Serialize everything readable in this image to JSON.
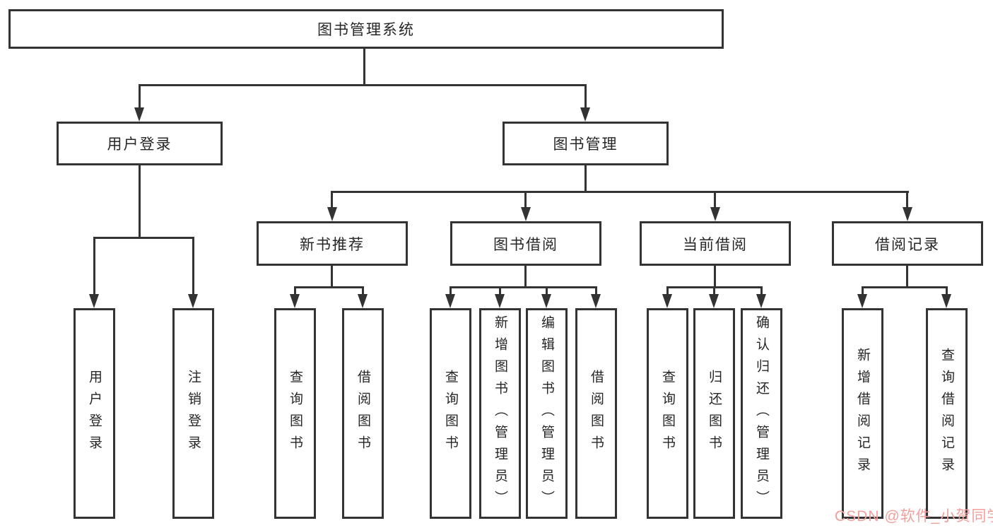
{
  "diagram": {
    "root": {
      "label": "图书管理系统"
    },
    "branches": [
      {
        "label": "用户登录",
        "children": [
          {
            "label": "用户登录"
          },
          {
            "label": "注销登录"
          }
        ]
      },
      {
        "label": "图书管理",
        "children": [
          {
            "label": "新书推荐",
            "children": [
              {
                "label": "查询图书"
              },
              {
                "label": "借阅图书"
              }
            ]
          },
          {
            "label": "图书借阅",
            "children": [
              {
                "label": "查询图书"
              },
              {
                "label": "新增图书（管理员）"
              },
              {
                "label": "编辑图书（管理员）"
              },
              {
                "label": "借阅图书"
              }
            ]
          },
          {
            "label": "当前借阅",
            "children": [
              {
                "label": "查询图书"
              },
              {
                "label": "归还图书"
              },
              {
                "label": "确认归还（管理员）"
              }
            ]
          },
          {
            "label": "借阅记录",
            "children": [
              {
                "label": "新增借阅记录"
              },
              {
                "label": "查询借阅记录"
              }
            ]
          }
        ]
      }
    ]
  },
  "watermark": {
    "text": "CSDN @软件_小贺同学"
  },
  "colors": {
    "line": "#333333",
    "text": "#262626",
    "watermark": "#f2a09c",
    "background": "#ffffff"
  }
}
